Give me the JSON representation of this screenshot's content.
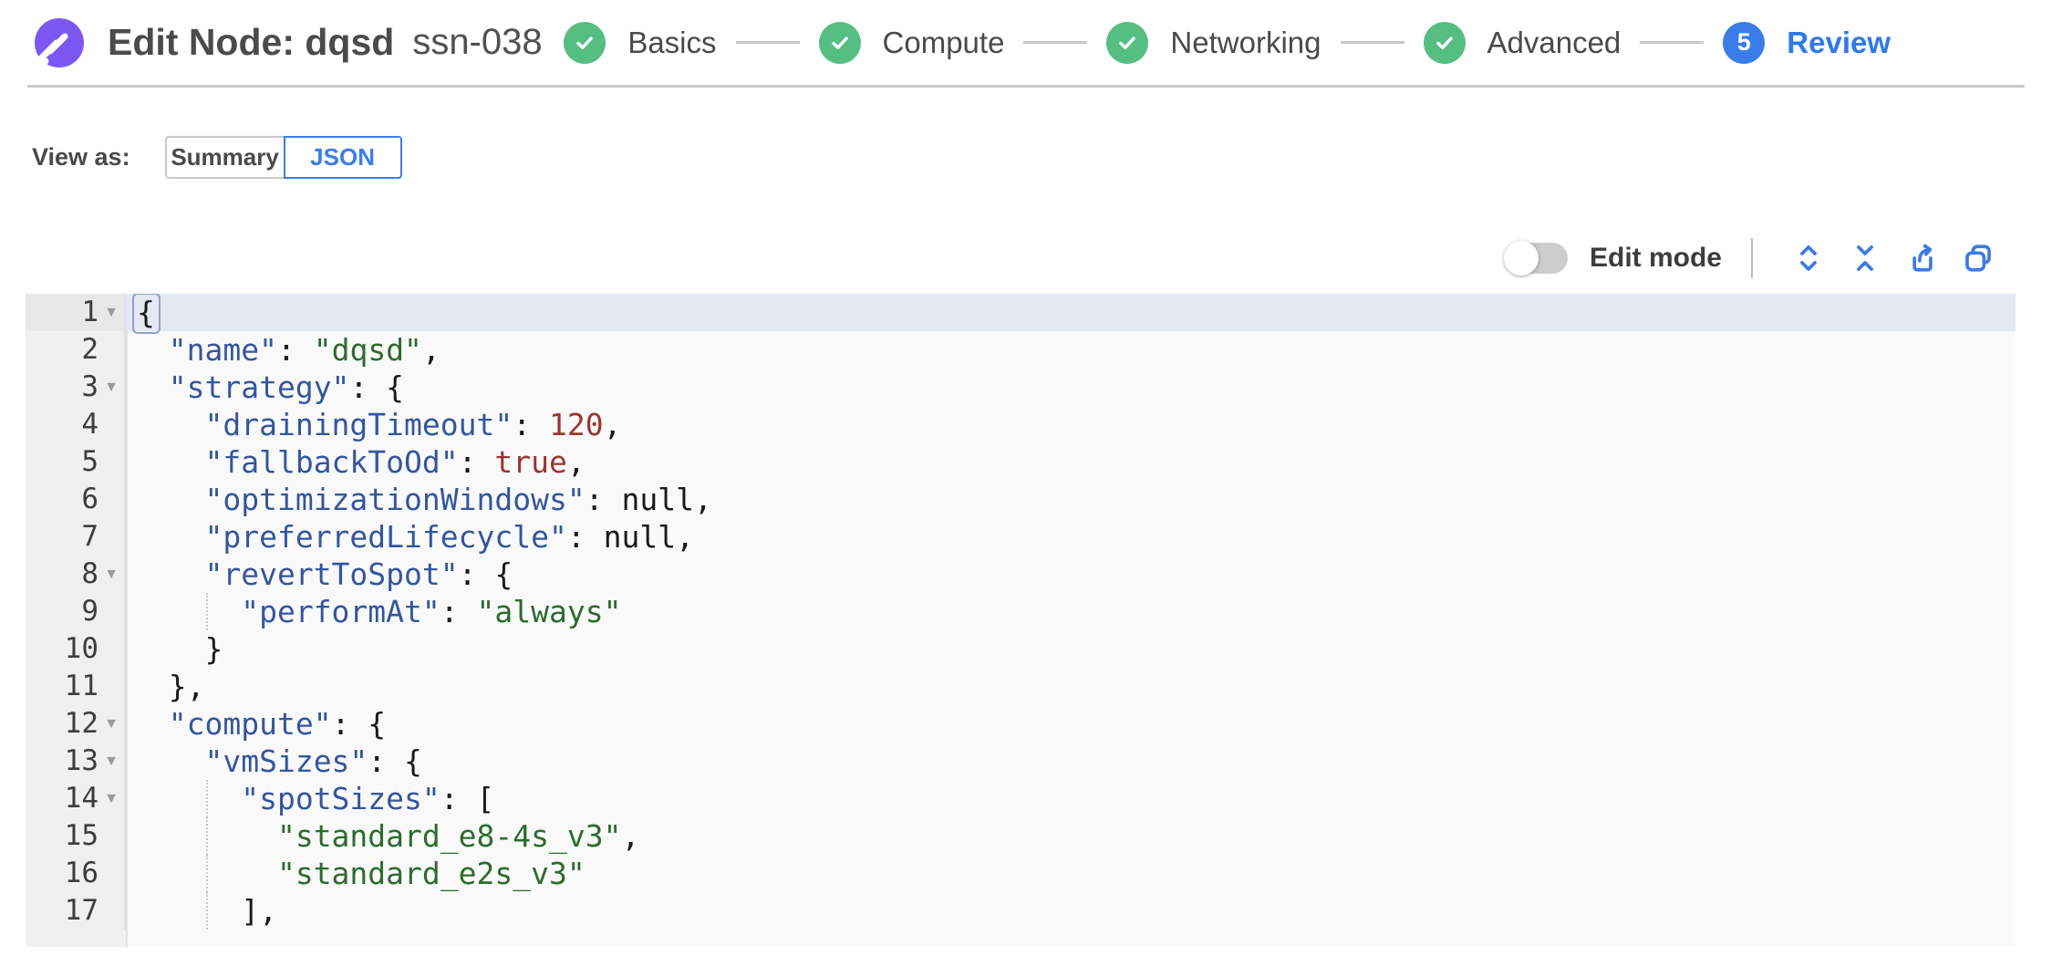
{
  "header": {
    "title": "Edit Node: dqsd",
    "subtitle": "ssn-038",
    "logo": "spot-logo",
    "steps": [
      {
        "label": "Basics",
        "state": "done"
      },
      {
        "label": "Compute",
        "state": "done"
      },
      {
        "label": "Networking",
        "state": "done"
      },
      {
        "label": "Advanced",
        "state": "done"
      },
      {
        "label": "Review",
        "state": "current",
        "number": "5"
      }
    ]
  },
  "view_as": {
    "label": "View as:",
    "options": [
      {
        "label": "Summary",
        "selected": false
      },
      {
        "label": "JSON",
        "selected": true
      }
    ]
  },
  "controls": {
    "edit_mode_label": "Edit mode",
    "edit_mode_on": false,
    "icons": [
      "expand-all-icon",
      "collapse-all-icon",
      "export-icon",
      "copy-icon"
    ]
  },
  "colors": {
    "accent_blue": "#3b7de8",
    "success_green": "#56be83",
    "logo_purple": "#7d57f2",
    "key_blue": "#35569e",
    "string_green": "#2d6b2f",
    "number_red": "#993634",
    "active_line_bg": "#e3e8f3",
    "editor_bg": "#f9f9f9",
    "gutter_bg": "#f0f0f0"
  },
  "editor": {
    "lines": [
      {
        "n": 1,
        "fold": true,
        "active": true,
        "guide": false,
        "tokens": [
          [
            "x",
            "{"
          ]
        ]
      },
      {
        "n": 2,
        "fold": false,
        "active": false,
        "guide": false,
        "tokens": [
          [
            "p",
            "  "
          ],
          [
            "k",
            "\"name\""
          ],
          [
            "p",
            ": "
          ],
          [
            "s",
            "\"dqsd\""
          ],
          [
            "p",
            ","
          ]
        ]
      },
      {
        "n": 3,
        "fold": true,
        "active": false,
        "guide": false,
        "tokens": [
          [
            "p",
            "  "
          ],
          [
            "k",
            "\"strategy\""
          ],
          [
            "p",
            ": {"
          ]
        ]
      },
      {
        "n": 4,
        "fold": false,
        "active": false,
        "guide": false,
        "tokens": [
          [
            "p",
            "    "
          ],
          [
            "k",
            "\"drainingTimeout\""
          ],
          [
            "p",
            ": "
          ],
          [
            "n",
            "120"
          ],
          [
            "p",
            ","
          ]
        ]
      },
      {
        "n": 5,
        "fold": false,
        "active": false,
        "guide": false,
        "tokens": [
          [
            "p",
            "    "
          ],
          [
            "k",
            "\"fallbackToOd\""
          ],
          [
            "p",
            ": "
          ],
          [
            "n",
            "true"
          ],
          [
            "p",
            ","
          ]
        ]
      },
      {
        "n": 6,
        "fold": false,
        "active": false,
        "guide": false,
        "tokens": [
          [
            "p",
            "    "
          ],
          [
            "k",
            "\"optimizationWindows\""
          ],
          [
            "p",
            ": "
          ],
          [
            "u",
            "null"
          ],
          [
            "p",
            ","
          ]
        ]
      },
      {
        "n": 7,
        "fold": false,
        "active": false,
        "guide": false,
        "tokens": [
          [
            "p",
            "    "
          ],
          [
            "k",
            "\"preferredLifecycle\""
          ],
          [
            "p",
            ": "
          ],
          [
            "u",
            "null"
          ],
          [
            "p",
            ","
          ]
        ]
      },
      {
        "n": 8,
        "fold": true,
        "active": false,
        "guide": false,
        "tokens": [
          [
            "p",
            "    "
          ],
          [
            "k",
            "\"revertToSpot\""
          ],
          [
            "p",
            ": {"
          ]
        ]
      },
      {
        "n": 9,
        "fold": false,
        "active": false,
        "guide": true,
        "tokens": [
          [
            "p",
            "      "
          ],
          [
            "k",
            "\"performAt\""
          ],
          [
            "p",
            ": "
          ],
          [
            "s",
            "\"always\""
          ]
        ]
      },
      {
        "n": 10,
        "fold": false,
        "active": false,
        "guide": false,
        "tokens": [
          [
            "p",
            "    }"
          ]
        ]
      },
      {
        "n": 11,
        "fold": false,
        "active": false,
        "guide": false,
        "tokens": [
          [
            "p",
            "  },"
          ]
        ]
      },
      {
        "n": 12,
        "fold": true,
        "active": false,
        "guide": false,
        "tokens": [
          [
            "p",
            "  "
          ],
          [
            "k",
            "\"compute\""
          ],
          [
            "p",
            ": {"
          ]
        ]
      },
      {
        "n": 13,
        "fold": true,
        "active": false,
        "guide": false,
        "tokens": [
          [
            "p",
            "    "
          ],
          [
            "k",
            "\"vmSizes\""
          ],
          [
            "p",
            ": {"
          ]
        ]
      },
      {
        "n": 14,
        "fold": true,
        "active": false,
        "guide": true,
        "tokens": [
          [
            "p",
            "      "
          ],
          [
            "k",
            "\"spotSizes\""
          ],
          [
            "p",
            ": ["
          ]
        ]
      },
      {
        "n": 15,
        "fold": false,
        "active": false,
        "guide": true,
        "tokens": [
          [
            "p",
            "        "
          ],
          [
            "s",
            "\"standard_e8-4s_v3\""
          ],
          [
            "p",
            ","
          ]
        ]
      },
      {
        "n": 16,
        "fold": false,
        "active": false,
        "guide": true,
        "tokens": [
          [
            "p",
            "        "
          ],
          [
            "s",
            "\"standard_e2s_v3\""
          ]
        ]
      },
      {
        "n": 17,
        "fold": false,
        "active": false,
        "guide": true,
        "tokens": [
          [
            "p",
            "      ],"
          ]
        ]
      }
    ]
  }
}
